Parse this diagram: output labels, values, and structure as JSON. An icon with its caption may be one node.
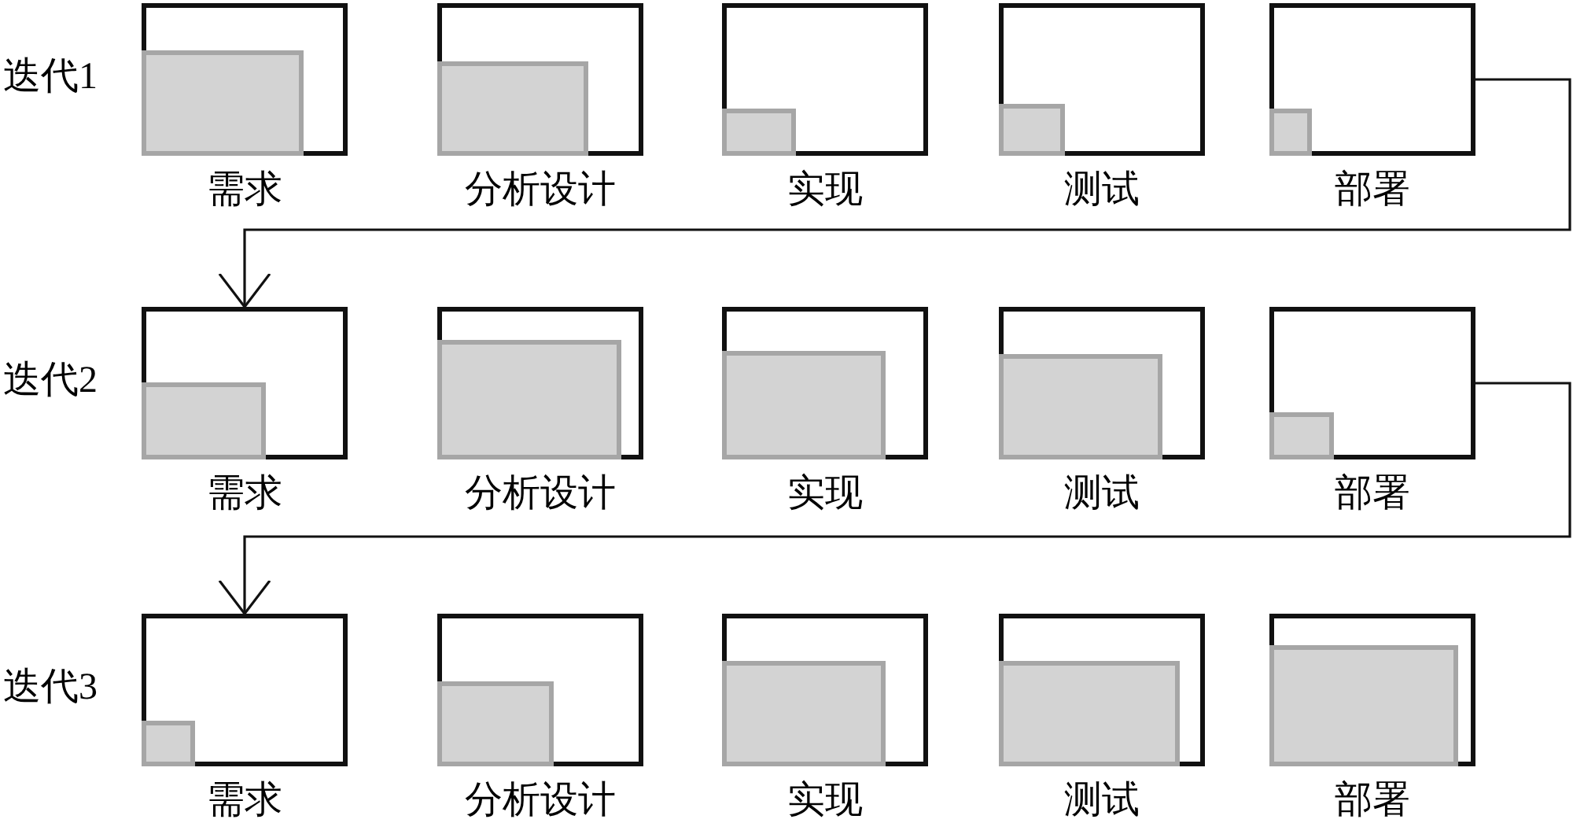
{
  "diagram": {
    "nodes": [
      {
        "text": [],
        "shape": "box",
        "beside": [
          "需求"
        ]
      },
      {
        "text": [],
        "shape": "bar",
        "in": 0
      },
      {
        "text": [],
        "shape": "box",
        "beside": [
          "分析设计"
        ]
      },
      {
        "text": [],
        "shape": "bar",
        "in": 2
      },
      {
        "text": [],
        "shape": "box",
        "beside": [
          "实现"
        ]
      },
      {
        "text": [],
        "shape": "bar",
        "in": 4
      },
      {
        "text": [],
        "shape": "box",
        "beside": [
          "测试"
        ]
      },
      {
        "text": [],
        "shape": "bar",
        "in": 6
      },
      {
        "text": [],
        "shape": "box",
        "beside": [
          "部署"
        ]
      },
      {
        "text": [],
        "shape": "bar",
        "in": 8
      },
      {
        "text": [],
        "shape": "box",
        "beside": [
          "需求"
        ]
      },
      {
        "text": [],
        "shape": "bar",
        "in": 10
      },
      {
        "text": [],
        "shape": "box",
        "beside": [
          "分析设计"
        ]
      },
      {
        "text": [],
        "shape": "bar",
        "in": 12
      },
      {
        "text": [],
        "shape": "box",
        "beside": [
          "实现"
        ]
      },
      {
        "text": [],
        "shape": "bar",
        "in": 14
      },
      {
        "text": [],
        "shape": "box",
        "beside": [
          "测试"
        ]
      },
      {
        "text": [],
        "shape": "bar",
        "in": 16
      },
      {
        "text": [],
        "shape": "box",
        "beside": [
          "部署"
        ]
      },
      {
        "text": [],
        "shape": "bar",
        "in": 18
      },
      {
        "text": [],
        "shape": "box",
        "beside": [
          "需求"
        ]
      },
      {
        "text": [],
        "shape": "bar",
        "in": 20
      },
      {
        "text": [],
        "shape": "box",
        "beside": [
          "分析设计"
        ]
      },
      {
        "text": [],
        "shape": "bar",
        "in": 22
      },
      {
        "text": [],
        "shape": "box",
        "beside": [
          "实现"
        ]
      },
      {
        "text": [],
        "shape": "bar",
        "in": 24
      },
      {
        "text": [],
        "shape": "box",
        "beside": [
          "测试"
        ]
      },
      {
        "text": [],
        "shape": "bar",
        "in": 26
      },
      {
        "text": [],
        "shape": "box",
        "beside": [
          "部署"
        ]
      },
      {
        "text": [],
        "shape": "bar",
        "in": 28
      }
    ],
    "edges": [
      {
        "from": 8,
        "to": 10,
        "arrow": "to"
      },
      {
        "from": 18,
        "to": 20,
        "arrow": "to"
      }
    ],
    "labels": [
      "迭代1",
      "迭代2",
      "迭代3"
    ]
  }
}
